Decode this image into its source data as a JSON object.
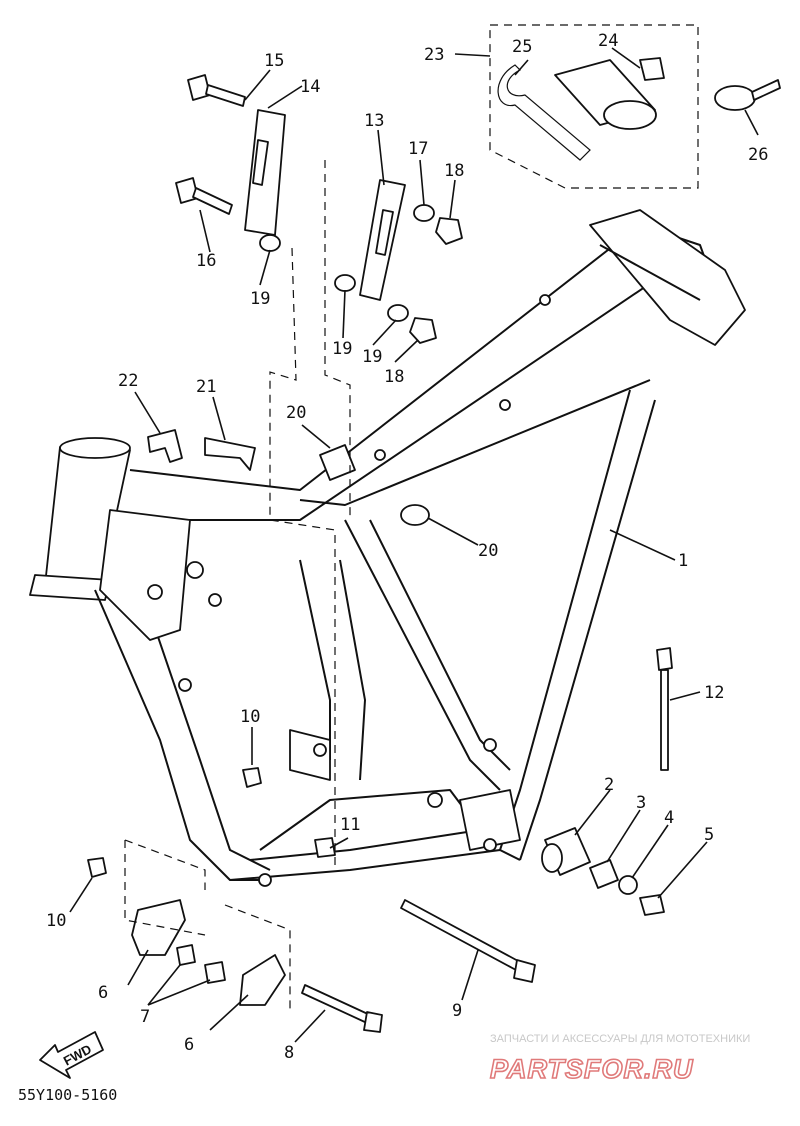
{
  "callouts": {
    "c1": "1",
    "c2": "2",
    "c3": "3",
    "c4": "4",
    "c5": "5",
    "c6a": "6",
    "c6b": "6",
    "c7": "7",
    "c8": "8",
    "c9": "9",
    "c10a": "10",
    "c10b": "10",
    "c11": "11",
    "c12": "12",
    "c13": "13",
    "c14": "14",
    "c15": "15",
    "c16": "16",
    "c17": "17",
    "c18a": "18",
    "c18b": "18",
    "c19a": "19",
    "c19b": "19",
    "c19c": "19",
    "c20a": "20",
    "c20b": "20",
    "c21": "21",
    "c22": "22",
    "c23": "23",
    "c24": "24",
    "c25": "25",
    "c26": "26"
  },
  "fwd_label": "FWD",
  "diagram_code": "55Y100-5160",
  "watermark": {
    "tagline": "ЗАПЧАСТИ И АКСЕССУАРЫ ДЛЯ МОТОТЕХНИКИ",
    "brand": "PARTSFOR.RU",
    "color": "#e07a7a"
  }
}
